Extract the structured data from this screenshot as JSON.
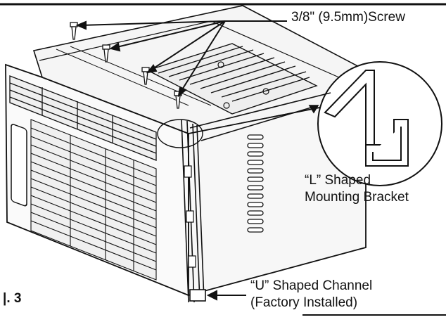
{
  "labels": {
    "screw": "3/8\" (9.5mm)Screw",
    "l_bracket": [
      "“L” Shaped",
      "Mounting Bracket"
    ],
    "u_channel": [
      "“U” Shaped Channel",
      "(Factory Installed)"
    ],
    "figure": "|. 3"
  },
  "colors": {
    "ink": "#111111",
    "panel": "#f2f2f2",
    "shade": "#dddddd"
  },
  "callouts": {
    "screw_count": 4
  }
}
